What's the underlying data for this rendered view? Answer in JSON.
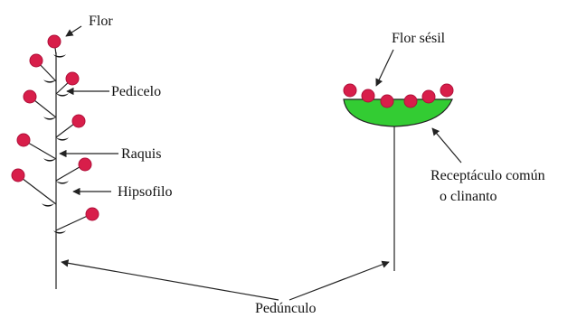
{
  "labels": {
    "flor": "Flor",
    "pedicelo": "Pedicelo",
    "raquis": "Raquis",
    "hipsofilo": "Hipsofilo",
    "peduncle": "Pedúnculo",
    "flor_sesil": "Flor sésil",
    "receptaculo_line1": "Receptáculo común",
    "receptaculo_line2": "o clinanto"
  },
  "colors": {
    "flower": "#d81e4a",
    "flower_stroke": "#b0103a",
    "receptacle": "#33cc33",
    "line": "#222222",
    "bract": "#111111"
  }
}
